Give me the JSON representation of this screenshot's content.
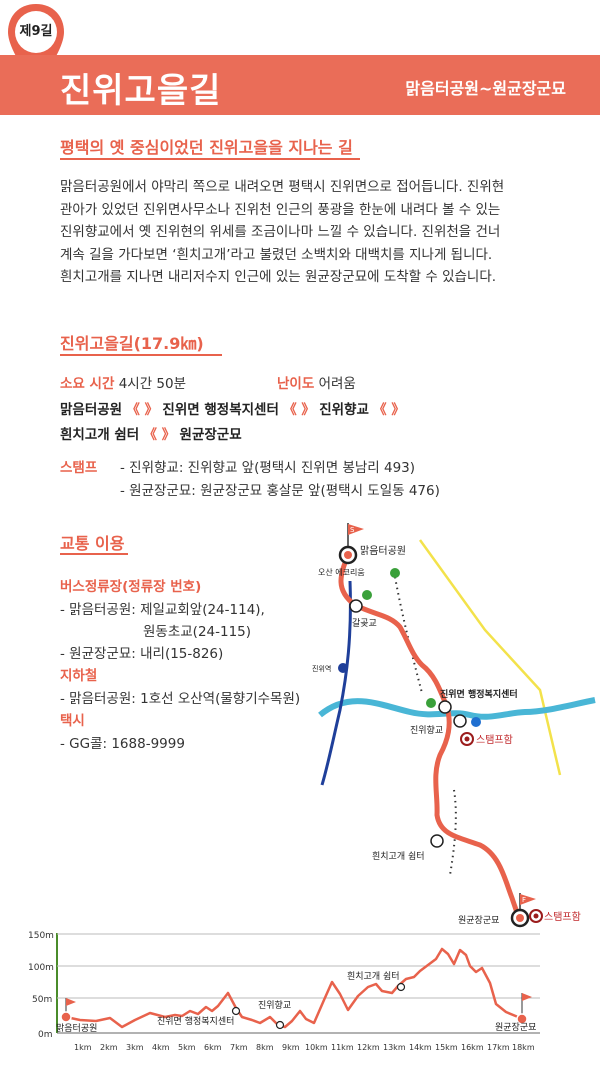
{
  "badge": "제9길",
  "title": "진위고을길",
  "subtitle": "맑음터공원~원균장군묘",
  "intro": {
    "heading": "평택의 옛 중심이었던 진위고을을 지나는 길",
    "lines": [
      "맑음터공원에서 야막리 쪽으로 내려오면 평택시 진위면으로 접어듭니다. 진위현",
      "관아가 있었던 진위면사무소나 진위천 인근의 풍광을 한눈에 내려다 볼 수 있는",
      "진위향교에서 옛 진위현의 위세를 조금이나마 느낄 수 있습니다. 진위천을 건너",
      "계속 길을 가다보면 ‘흰치고개’라고 불렸던 소백치와 대백치를 지나게 됩니다.",
      "흰치고개를 지나면 내리저수지 인근에 있는 원균장군묘에 도착할 수 있습니다."
    ]
  },
  "route": {
    "heading": "진위고을길(17.9㎞)",
    "time_label": "소요 시간",
    "time_value": "4시간 50분",
    "difficulty_label": "난이도",
    "difficulty_value": "어려움",
    "line1": [
      "맑음터공원",
      "진위면 행정복지센터",
      "진위향교"
    ],
    "line2": [
      "흰치고개 쉼터",
      "원균장군묘"
    ],
    "arrow": "《 》",
    "stamp_label": "스탬프",
    "stamps": [
      "- 진위향교: 진위향교 앞(평택시 진위면 봉남리 493)",
      "- 원균장군묘: 원균장군묘 홍살문 앞(평택시 도일동 476)"
    ]
  },
  "transport": {
    "heading": "교통 이용",
    "bus_heading": "버스정류장(정류장 번호)",
    "bus_lines": [
      "- 맑음터공원: 제일교회앞(24-114),",
      "원동초교(24-115)",
      "- 원균장군묘: 내리(15-826)"
    ],
    "subway_heading": "지하철",
    "subway_line": "- 맑음터공원: 1호선 오산역(물향기수목원)",
    "taxi_heading": "택시",
    "taxi_line": "- GG콜: 1688-9999"
  },
  "map": {
    "start_flag": "S",
    "end_flag": "F",
    "labels": {
      "start": "맑음터공원",
      "ecorium": "오산 에코리움",
      "bridge": "갈곶교",
      "station": "진위역",
      "center": "진위면 행정복지센터",
      "hyanggyo": "진위향교",
      "stamp1": "스탬프함",
      "rest": "흰치고개 쉼터",
      "end": "원균장군묘",
      "stamp2": "스탬프함"
    },
    "colors": {
      "route": "#e8624c",
      "river": "#49b6d6",
      "rail": "#1f3f9a",
      "road": "#f3e24b"
    }
  },
  "elevation": {
    "y_labels": [
      "150m",
      "100m",
      "50m",
      "0m"
    ],
    "x_labels": [
      "1km",
      "2km",
      "3km",
      "4km",
      "5km",
      "6km",
      "7km",
      "8km",
      "9km",
      "10km",
      "11km",
      "12km",
      "13km",
      "14km",
      "15km",
      "16km",
      "17km",
      "18km"
    ],
    "points": [
      "맑음터공원",
      "진위면 행정복지센터",
      "진위향교",
      "흰치고개 쉼터",
      "원균장군묘"
    ],
    "color": "#e8624c"
  }
}
